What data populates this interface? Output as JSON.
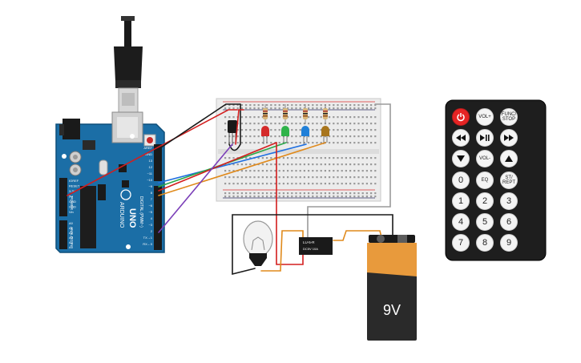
{
  "arduino": {
    "brand_text": "ARDUINO",
    "model_text": "UNO",
    "digital_label": "DIGITAL (PWM~)",
    "power_label": "POWER",
    "analog_label": "ANALOG IN",
    "digital_pins": [
      "AREF",
      "GND",
      "13",
      "12",
      "~11",
      "~10",
      "~9",
      "8",
      "7",
      "~6",
      "~5",
      "4",
      "~3",
      "2",
      "TX→1",
      "RX←0"
    ],
    "power_pins": [
      "IOREF",
      "RESET",
      "3.3V",
      "5V",
      "GND",
      "GND",
      "Vin"
    ],
    "analog_pins": [
      "A0",
      "A1",
      "A2",
      "A3",
      "A4",
      "A5"
    ]
  },
  "battery": {
    "label": "9V"
  },
  "relay": {
    "label_top": "LU-5-R",
    "label_bottom": "DC5V 10A"
  },
  "remote": {
    "buttons": [
      {
        "label": "",
        "icon": "power-icon",
        "name": "remote-power-button"
      },
      {
        "label": "VOL+",
        "name": "remote-vol-up-button"
      },
      {
        "label": "FUNC/\nSTOP",
        "name": "remote-func-stop-button"
      },
      {
        "label": "",
        "icon": "skip-back-icon",
        "name": "remote-prev-button"
      },
      {
        "label": "",
        "icon": "play-pause-icon",
        "name": "remote-play-pause-button"
      },
      {
        "label": "",
        "icon": "skip-forward-icon",
        "name": "remote-next-button"
      },
      {
        "label": "",
        "icon": "down-arrow-icon",
        "name": "remote-down-button"
      },
      {
        "label": "VOL-",
        "name": "remote-vol-down-button"
      },
      {
        "label": "",
        "icon": "up-arrow-icon",
        "name": "remote-up-button"
      },
      {
        "label": "0",
        "name": "remote-0-button"
      },
      {
        "label": "EQ",
        "name": "remote-eq-button"
      },
      {
        "label": "ST/\nREPT",
        "name": "remote-st-rept-button"
      },
      {
        "label": "1",
        "name": "remote-1-button"
      },
      {
        "label": "2",
        "name": "remote-2-button"
      },
      {
        "label": "3",
        "name": "remote-3-button"
      },
      {
        "label": "4",
        "name": "remote-4-button"
      },
      {
        "label": "5",
        "name": "remote-5-button"
      },
      {
        "label": "6",
        "name": "remote-6-button"
      },
      {
        "label": "7",
        "name": "remote-7-button"
      },
      {
        "label": "8",
        "name": "remote-8-button"
      },
      {
        "label": "9",
        "name": "remote-9-button"
      }
    ]
  },
  "leds": [
    {
      "color": "#d42a2a",
      "name": "red-led"
    },
    {
      "color": "#2fb34a",
      "name": "green-led"
    },
    {
      "color": "#1f7fd8",
      "name": "blue-led"
    },
    {
      "color": "#a8751d",
      "name": "orange-led"
    }
  ],
  "wire_colors": {
    "red": "#d31e1e",
    "black": "#1a1a1a",
    "green": "#2aa84a",
    "blue": "#1f6fe0",
    "orange": "#e08a1c",
    "purple": "#7b3fb8",
    "gray": "#9a9a9a"
  }
}
